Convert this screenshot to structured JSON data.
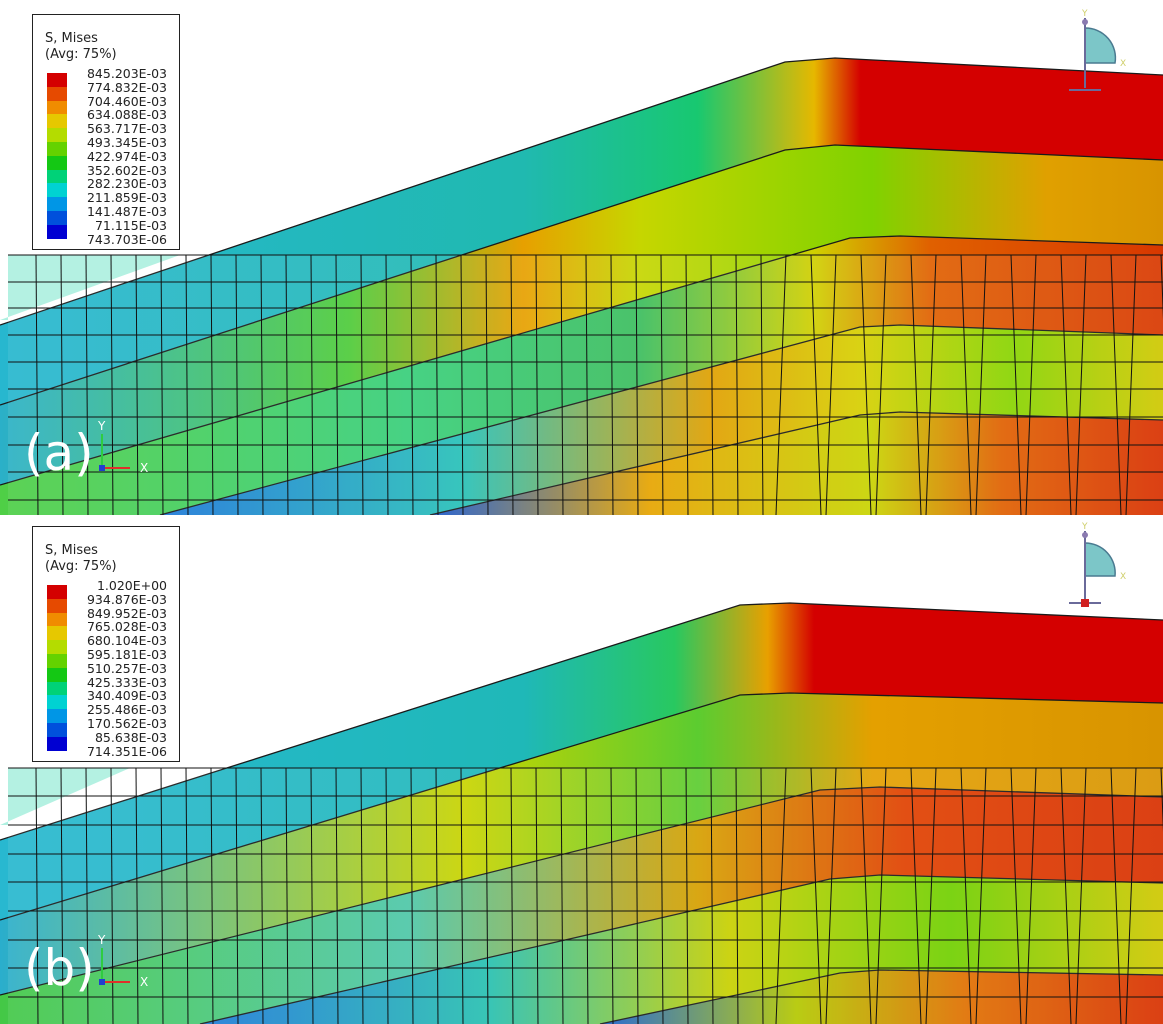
{
  "panels": [
    {
      "id": "a",
      "panel_label": "(a)",
      "legend": {
        "title_line1": "S, Mises",
        "title_line2": "(Avg: 75%)",
        "values": [
          "845.203E-03",
          "774.832E-03",
          "704.460E-03",
          "634.088E-03",
          "563.717E-03",
          "493.345E-03",
          "422.974E-03",
          "352.602E-03",
          "282.230E-03",
          "211.859E-03",
          "141.487E-03",
          "71.115E-03",
          "743.703E-06"
        ]
      },
      "triad": {
        "y": "Y",
        "x": "X"
      }
    },
    {
      "id": "b",
      "panel_label": "(b)",
      "legend": {
        "title_line1": "S, Mises",
        "title_line2": "(Avg: 75%)",
        "values": [
          "1.020E+00",
          "934.876E-03",
          "849.952E-03",
          "765.028E-03",
          "680.104E-03",
          "595.181E-03",
          "510.257E-03",
          "425.333E-03",
          "340.409E-03",
          "255.486E-03",
          "170.562E-03",
          "85.638E-03",
          "714.351E-06"
        ]
      },
      "triad": {
        "y": "Y",
        "x": "X"
      }
    }
  ],
  "contour_colors": [
    "#d40000",
    "#e64a00",
    "#f08c00",
    "#e6c800",
    "#b4dc00",
    "#64d200",
    "#14c814",
    "#00d278",
    "#00d2d2",
    "#0096e6",
    "#0050dc",
    "#0000d2"
  ],
  "view_triad": {
    "y": "Y",
    "x": "X"
  }
}
